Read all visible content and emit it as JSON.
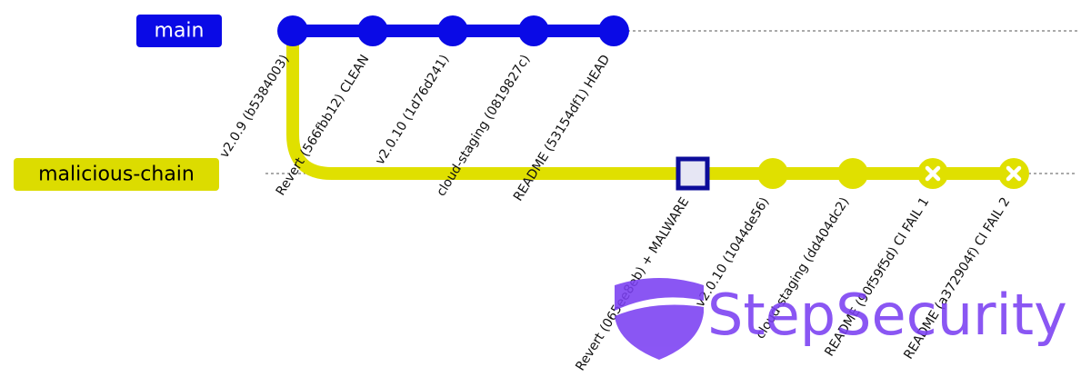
{
  "colors": {
    "main": "#0a0ae6",
    "main_label_bg": "#0a0ae6",
    "main_label_text": "#ffffff",
    "malicious": "#e0e000",
    "malicious_label_bg": "#dcdc00",
    "malicious_label_text": "#000000",
    "malware_box_stroke": "#0c0c9a",
    "malware_box_fill": "#e6e6f4",
    "brand": "#7b3ff2"
  },
  "branches": {
    "main": {
      "label": "main"
    },
    "malicious": {
      "label": "malicious-chain"
    }
  },
  "main_commits": [
    {
      "label": "v2.0.9 (b5384003)",
      "marker": "circle"
    },
    {
      "label": "Revert (566fbb12) CLEAN",
      "marker": "circle"
    },
    {
      "label": "v2.0.10 (1d76d241)",
      "marker": "circle"
    },
    {
      "label": "cloud-staging (0819827c)",
      "marker": "circle"
    },
    {
      "label": "README (53154df1) HEAD",
      "marker": "circle"
    }
  ],
  "malicious_commits": [
    {
      "label": "Revert (065ee8eb) + MALWARE",
      "marker": "square"
    },
    {
      "label": "v2.0.10 (1044de56)",
      "marker": "circle"
    },
    {
      "label": "cloud-staging (dd404dc2)",
      "marker": "circle"
    },
    {
      "label": "README (90f59f5d) CI FAIL 1",
      "marker": "cross"
    },
    {
      "label": "README (a372904f) CI FAIL 2",
      "marker": "cross"
    }
  ],
  "logo": {
    "text": "StepSecurity",
    "icon": "shield-logo-icon"
  }
}
